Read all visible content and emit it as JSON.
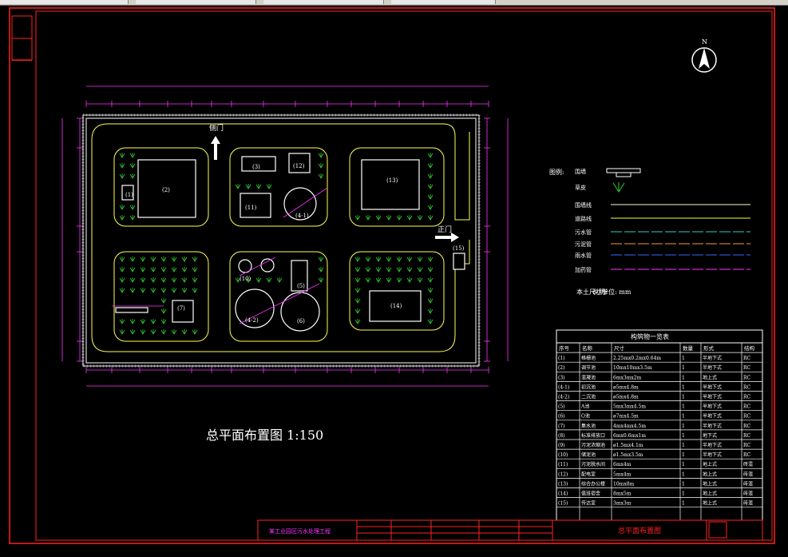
{
  "app": {
    "toolbar_segments": 6
  },
  "drawing": {
    "title": "总平面布置图 1:150",
    "north_label": "N",
    "gates": {
      "side_gate": "侧门",
      "main_gate": "正门"
    },
    "units": [
      {
        "id": "(1)"
      },
      {
        "id": "(2)"
      },
      {
        "id": "(3)"
      },
      {
        "id": "(4-1)"
      },
      {
        "id": "(4-2)"
      },
      {
        "id": "(5)"
      },
      {
        "id": "(6)"
      },
      {
        "id": "(7)"
      },
      {
        "id": "(10)"
      },
      {
        "id": "(11)"
      },
      {
        "id": "(12)"
      },
      {
        "id": "(13)"
      },
      {
        "id": "(14)"
      },
      {
        "id": "(15)"
      }
    ]
  },
  "legend": {
    "title": "图例:",
    "items": [
      {
        "label": "围墙",
        "color": "#ffffff"
      },
      {
        "label": "草皮",
        "color": "#33cc33"
      },
      {
        "label": "围墙线",
        "color": "#ffffcc"
      },
      {
        "label": "道路线",
        "color": "#ffff33"
      },
      {
        "label": "污水管",
        "color": "#33cccc"
      },
      {
        "label": "污泥管",
        "color": "#ff9933"
      },
      {
        "label": "雨水管",
        "color": "#3366ff"
      },
      {
        "label": "加药管",
        "color": "#ff33ff"
      }
    ],
    "note_label": "说明:",
    "note_text": "本土尺寸单位: mm"
  },
  "table": {
    "title": "构筑物一览表",
    "headers": [
      "序号",
      "名称",
      "尺寸",
      "数量",
      "形式",
      "结构"
    ],
    "rows": [
      [
        "(1)",
        "格栅池",
        "2.25mx0.2mx0.64m",
        "1",
        "半地下式",
        "RC"
      ],
      [
        "(2)",
        "调节池",
        "10mx10mx3.5m",
        "1",
        "半地下式",
        "RC"
      ],
      [
        "(3)",
        "混凝池",
        "6mx3mx2m",
        "1",
        "地上式",
        "RC"
      ],
      [
        "(4-1)",
        "初沉池",
        "ø5mx4.8m",
        "1",
        "半地下式",
        "RC"
      ],
      [
        "(4-2)",
        "二沉池",
        "ø5mx4.8m",
        "1",
        "半地下式",
        "RC"
      ],
      [
        "(5)",
        "A池",
        "5mx3mx4.5m",
        "1",
        "半地下式",
        "RC"
      ],
      [
        "(6)",
        "O池",
        "ø7mx4.5m",
        "1",
        "半地下式",
        "RC"
      ],
      [
        "(7)",
        "集水池",
        "4mx4mx4.5m",
        "1",
        "半地下式",
        "RC"
      ],
      [
        "(8)",
        "标准排放口",
        "6mx0.6mx1m",
        "1",
        "地下式",
        "RC"
      ],
      [
        "(9)",
        "污泥浓缩池",
        "ø1.5mx4.1m",
        "1",
        "半地下式",
        "RC"
      ],
      [
        "(10)",
        "储泥池",
        "ø1.5mx3.5m",
        "1",
        "半地下式",
        "RC"
      ],
      [
        "(11)",
        "污泥脱水间",
        "6mx4m",
        "1",
        "地上式",
        "砖混"
      ],
      [
        "(12)",
        "配电室",
        "5mx4m",
        "1",
        "地上式",
        "砖混"
      ],
      [
        "(13)",
        "综合办公楼",
        "10mx8m",
        "1",
        "地上式",
        "砖混"
      ],
      [
        "(14)",
        "值班宿舍",
        "8mx5m",
        "1",
        "地上式",
        "砖混"
      ],
      [
        "(15)",
        "传达室",
        "3mx3m",
        "1",
        "地上式",
        "砖混"
      ]
    ]
  },
  "titleblock": {
    "project": "某工业园区污水处理工程",
    "drawing_name": "总平面布置图"
  }
}
